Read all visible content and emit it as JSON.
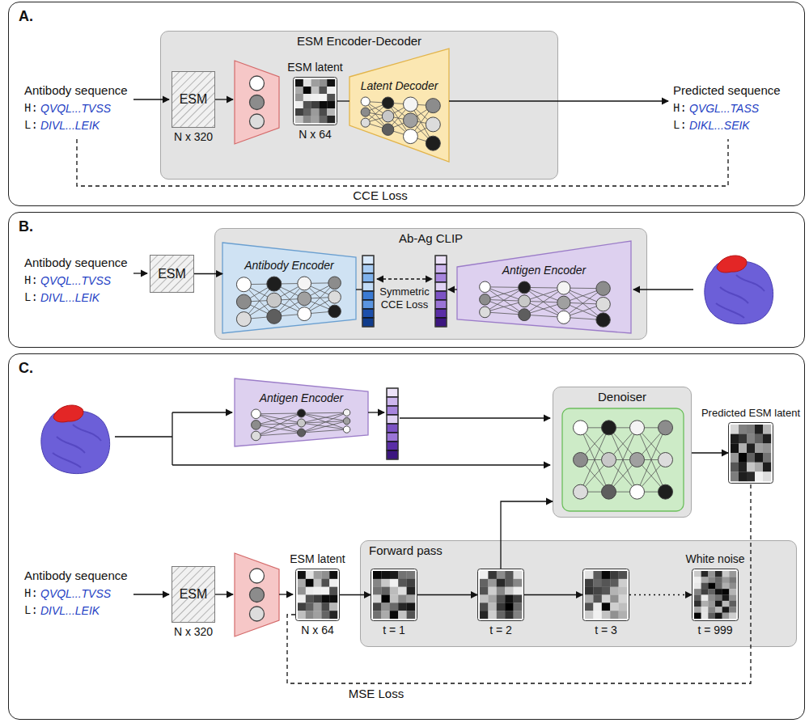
{
  "diagram": {
    "nodes": [
      {
        "text": [
          "A."
        ]
      },
      {
        "text": [
          "ESM Encoder-Decoder"
        ],
        "in": 0
      },
      {
        "text": [
          "ESM",
          "N x 320"
        ],
        "in": 1
      },
      {
        "text": [
          "ESM latent",
          "N x 64"
        ],
        "in": 1
      },
      {
        "text": [
          "Latent Decoder"
        ],
        "in": 1
      },
      {
        "text": [
          "B."
        ]
      },
      {
        "text": [
          "ESM"
        ],
        "in": 5
      },
      {
        "text": [
          "Ab-Ag CLIP"
        ],
        "in": 5
      },
      {
        "text": [
          "Antibody Encoder"
        ],
        "in": 7
      },
      {
        "text": [
          "Antigen Encoder"
        ],
        "in": 7
      },
      {
        "text": [
          "C."
        ]
      },
      {
        "text": [
          "Antigen Encoder"
        ],
        "in": 10
      },
      {
        "text": [
          "Denoiser"
        ],
        "in": 10
      },
      {
        "text": [
          "Predicted ESM latent"
        ],
        "in": 10
      },
      {
        "text": [
          "ESM",
          "N x 320"
        ],
        "in": 10
      },
      {
        "text": [
          "ESM latent",
          "N x 64"
        ],
        "in": 10
      },
      {
        "text": [
          "Forward pass"
        ],
        "in": 10
      },
      {
        "text": [
          "t = 1"
        ],
        "in": 16
      },
      {
        "text": [
          "t = 2"
        ],
        "in": 16
      },
      {
        "text": [
          "t = 3"
        ],
        "in": 16
      },
      {
        "text": [
          "White noise",
          "t = 999"
        ],
        "in": 16
      }
    ],
    "edges": [
      {
        "from": 3,
        "to": 4,
        "arrow": "none"
      },
      {
        "from": 6,
        "to": 8,
        "arrow": "to"
      },
      {
        "from": 12,
        "to": 13,
        "arrow": "to"
      },
      {
        "from": 15,
        "to": 17,
        "arrow": "to"
      },
      {
        "from": 17,
        "to": 18,
        "arrow": "to"
      },
      {
        "from": 18,
        "to": 19,
        "arrow": "to"
      },
      {
        "from": 19,
        "to": 20,
        "arrow": "to"
      },
      {
        "from": 18,
        "to": 12,
        "arrow": "to"
      },
      {
        "from": 15,
        "to": 13,
        "label": "MSE Loss",
        "arrow": "none"
      }
    ],
    "labels": [
      "Antibody sequence",
      "H:",
      "QVQL...TVSS",
      "L:",
      "DIVL...LEIK",
      "Predicted sequence",
      "H:",
      "QVGL...TASS",
      "L:",
      "DIKL...SEIK",
      "CCE Loss",
      "Antibody sequence",
      "H:",
      "QVQL...TVSS",
      "L:",
      "DIVL...LEIK",
      "Symmetric CCE Loss",
      "Antibody sequence",
      "H:",
      "QVQL...TVSS",
      "L:",
      "DIVL...LEIK"
    ]
  }
}
